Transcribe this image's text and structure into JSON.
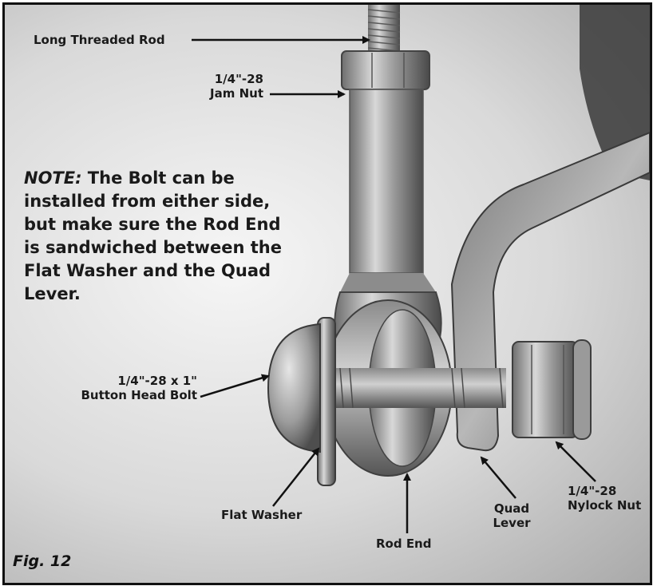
{
  "labels": {
    "long_threaded_rod": "Long Threaded Rod",
    "jam_nut_size": "1/4\"-28",
    "jam_nut": "Jam Nut",
    "bolt_size": "1/4\"-28 x 1\"",
    "bolt": "Button Head Bolt",
    "flat_washer": "Flat Washer",
    "rod_end": "Rod End",
    "quad": "Quad",
    "lever": "Lever",
    "nylock_size": "1/4\"-28",
    "nylock": "Nylock Nut"
  },
  "note": {
    "lead": "NOTE:",
    "text": " The Bolt can be installed from either side, but make sure the Rod End is sandwiched between the Flat Washer and the Quad Lever."
  },
  "figure_label": "Fig. 12",
  "colors": {
    "frame": "#111111",
    "text": "#1a1a1a",
    "arrow": "#111111"
  }
}
